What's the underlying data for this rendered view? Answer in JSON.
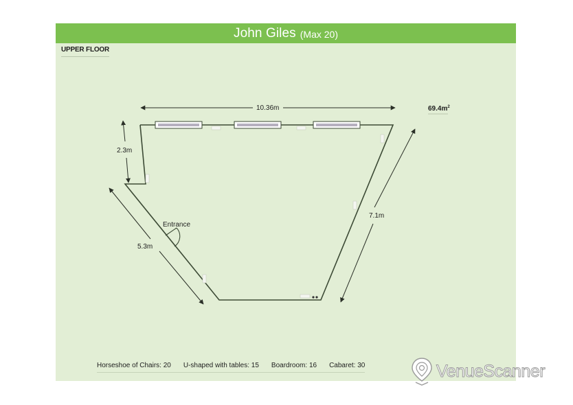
{
  "header": {
    "title": "John Giles",
    "capacity": "(Max 20)"
  },
  "floor": {
    "label": "UPPER FLOOR"
  },
  "plan": {
    "area": "69.4m",
    "area_superscript": "2",
    "dimensions": {
      "top": "10.36m",
      "left_short": "2.3m",
      "left_diagonal": "5.3m",
      "right_diagonal": "7.1m"
    },
    "entrance_label": "Entrance"
  },
  "capacities": [
    {
      "label": "Horseshoe of Chairs: 20"
    },
    {
      "label": "U-shaped with tables: 15"
    },
    {
      "label": "Boardroom: 16"
    },
    {
      "label": "Cabaret: 30"
    }
  ],
  "watermark": {
    "brand": "VenueScanner",
    "icon": "map-pin-icon"
  },
  "colors": {
    "header_green": "#7cc04f",
    "panel_green": "#e2eed5",
    "line": "#3c4a35"
  }
}
